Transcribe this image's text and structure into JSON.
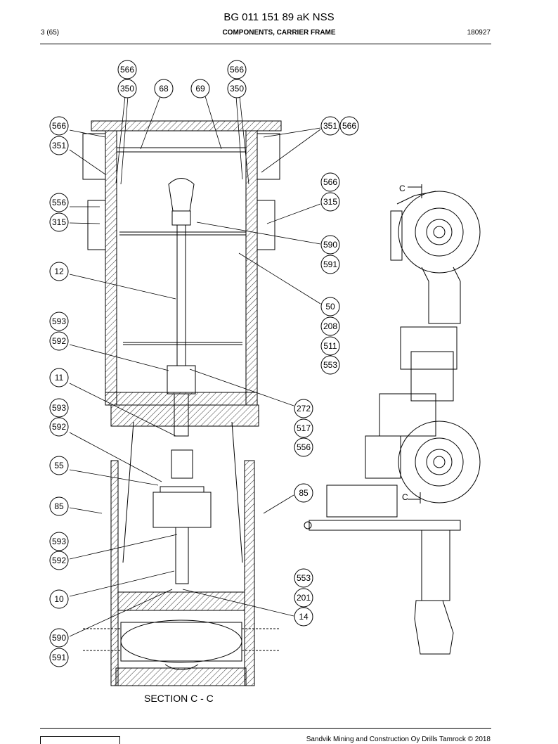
{
  "header": {
    "doc_id": "BG 011 151 89 aK NSS",
    "page": "3 (65)",
    "section_title": "COMPONENTS, CARRIER FRAME",
    "date": "180927"
  },
  "drawing": {
    "section_caption": "SECTION C - C",
    "section_marker": "C",
    "callouts": [
      "566",
      "350",
      "68",
      "69",
      "566",
      "350",
      "566",
      "351",
      "351",
      "566",
      "556",
      "315",
      "566",
      "315",
      "590",
      "591",
      "12",
      "50",
      "593",
      "208",
      "592",
      "511",
      "553",
      "11",
      "593",
      "272",
      "592",
      "517",
      "556",
      "55",
      "85",
      "85",
      "593",
      "592",
      "553",
      "10",
      "201",
      "14",
      "590",
      "591"
    ]
  },
  "footer": {
    "copyright": "Sandvik Mining and Construction Oy Drills Tamrock © 2018"
  }
}
